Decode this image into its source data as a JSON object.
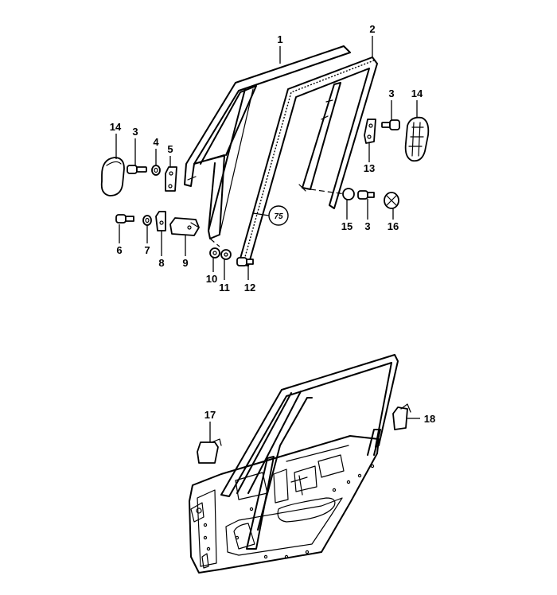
{
  "callouts": {
    "p1": "1",
    "p2": "2",
    "p3a": "3",
    "p3b": "3",
    "p3c": "3",
    "p4": "4",
    "p5": "5",
    "p6": "6",
    "p7": "7",
    "p8": "8",
    "p9": "9",
    "p10": "10",
    "p11": "11",
    "p12": "12",
    "p13": "13",
    "p14a": "14",
    "p14b": "14",
    "p15": "15",
    "p16": "16",
    "p17": "17",
    "p18": "18"
  },
  "ref_mark": "75"
}
